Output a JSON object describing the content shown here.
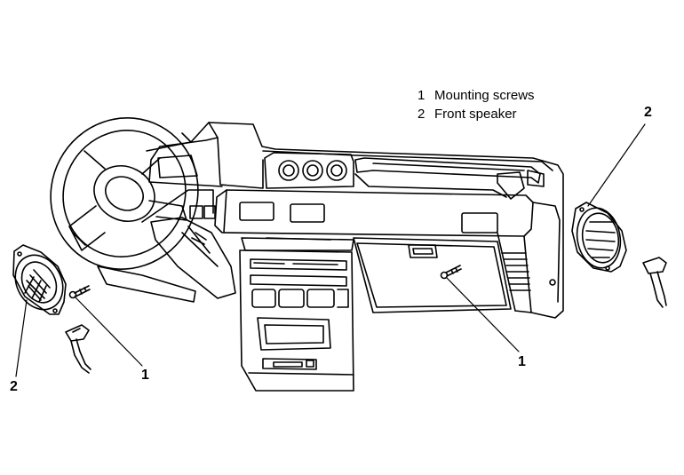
{
  "legend": [
    {
      "number": "1",
      "text": "Mounting screws"
    },
    {
      "number": "2",
      "text": "Front speaker"
    }
  ],
  "callouts": {
    "left_speaker": "2",
    "left_screw": "1",
    "center_screw": "1",
    "right_speaker": "2"
  }
}
